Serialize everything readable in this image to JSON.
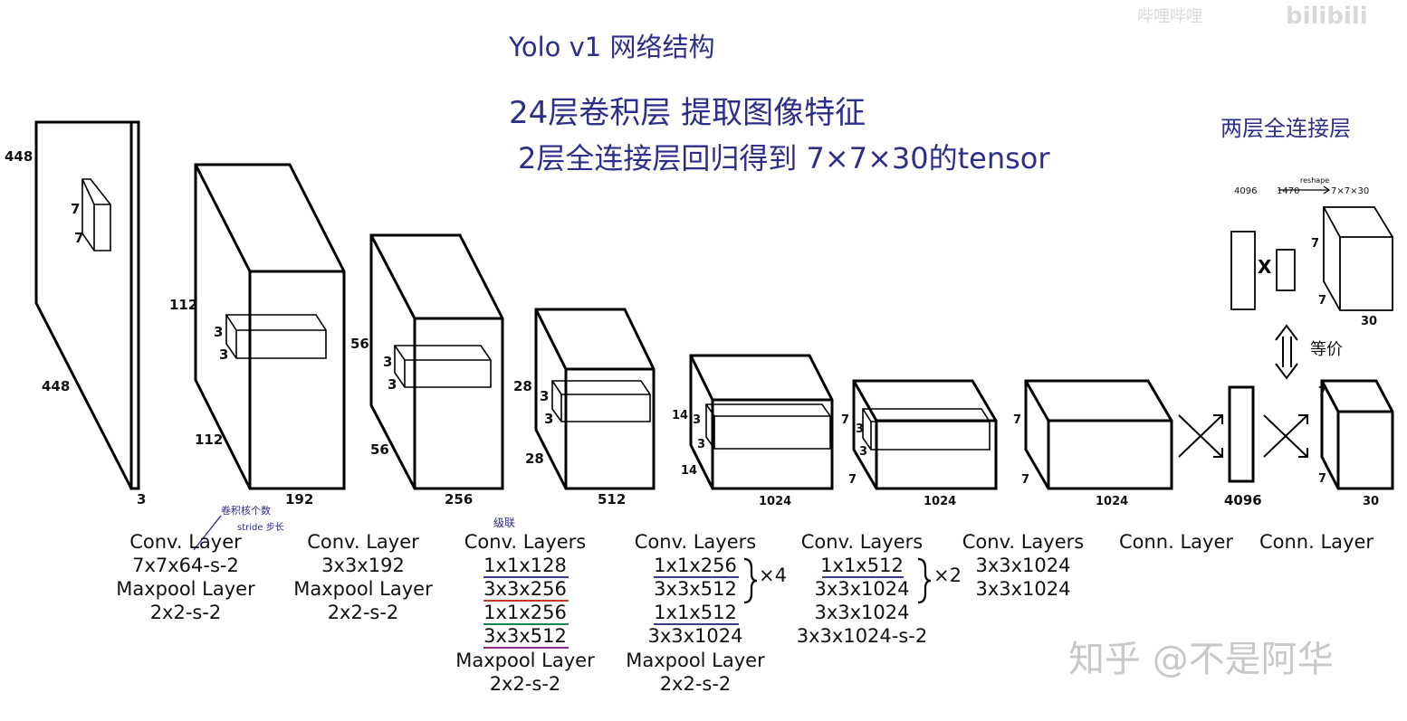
{
  "annotations": {
    "title": "Yolo v1 网络结构",
    "line1": "24层卷积层 提取图像特征",
    "line2": "2层全连接层回归得到 7×7×30的tensor",
    "fc_note": "两层全连接层",
    "kernel_count": "卷积核个数",
    "stride": "stride 步长",
    "cascade": "级联",
    "equivalent": "等价",
    "reshape": "reshape",
    "fc_4096": "4096",
    "fc_1470": "1470",
    "fc_out": "7×7×30"
  },
  "watermarks": {
    "zhihu": "知乎 @不是阿华",
    "bilibili": "bilibili",
    "top_text": "哔哩哔哩"
  },
  "input": {
    "h": "448",
    "w": "448",
    "c": "3",
    "k1": "7",
    "k2": "7"
  },
  "blocks": [
    {
      "h": "112",
      "w": "112",
      "c": "192",
      "k1": "3",
      "k2": "3"
    },
    {
      "h": "56",
      "w": "56",
      "c": "256",
      "k1": "3",
      "k2": "3"
    },
    {
      "h": "28",
      "w": "28",
      "c": "512",
      "k1": "3",
      "k2": "3"
    },
    {
      "h": "14",
      "w": "14",
      "c": "1024",
      "k1": "3",
      "k2": "3"
    },
    {
      "h": "7",
      "w": "7",
      "c": "1024",
      "k1": "3",
      "k2": "3"
    },
    {
      "h": "7",
      "w": "7",
      "c": "1024"
    }
  ],
  "fc": {
    "size": "4096"
  },
  "output": {
    "h": "7",
    "w": "7",
    "c": "30"
  },
  "fc_top_cube": {
    "h": "7",
    "w": "7",
    "c": "30"
  },
  "fc_top_x": "X",
  "labels": [
    {
      "lines": [
        "Conv. Layer",
        "7x7x64-s-2",
        "Maxpool Layer",
        "2x2-s-2"
      ]
    },
    {
      "lines": [
        "Conv. Layer",
        "3x3x192",
        "Maxpool Layer",
        "2x2-s-2"
      ]
    },
    {
      "lines": [
        "Conv. Layers",
        "1x1x128",
        "3x3x256",
        "1x1x256",
        "3x3x512",
        "Maxpool Layer",
        "2x2-s-2"
      ]
    },
    {
      "lines": [
        "Conv. Layers",
        "1x1x256",
        "3x3x512",
        "1x1x512",
        "3x3x1024",
        "Maxpool Layer",
        "2x2-s-2"
      ],
      "repeat": "×4"
    },
    {
      "lines": [
        "Conv. Layers",
        "1x1x512",
        "3x3x1024",
        "3x3x1024",
        "3x3x1024-s-2"
      ],
      "repeat": "×2"
    },
    {
      "lines": [
        "Conv. Layers",
        "3x3x1024",
        "3x3x1024"
      ]
    },
    {
      "lines": [
        "Conn. Layer"
      ]
    },
    {
      "lines": [
        "Conn. Layer"
      ]
    }
  ],
  "colors": {
    "underline_blue": "#3c3c8c",
    "underline_red": "#c0392b",
    "underline_green": "#1e8449",
    "underline_purple": "#8e2c8e",
    "ink": "#2b2f8a"
  }
}
